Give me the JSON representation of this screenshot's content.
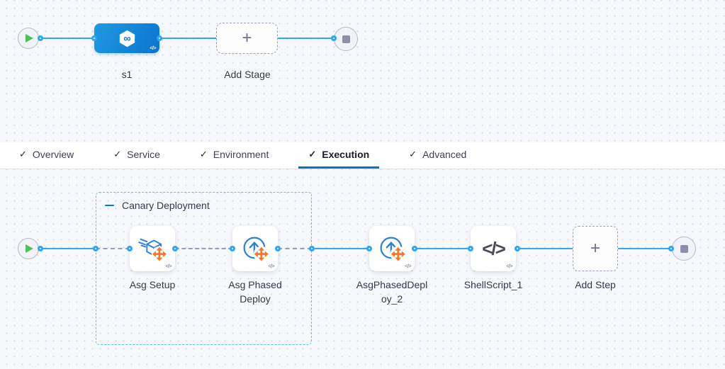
{
  "colors": {
    "accent_blue": "#0278d5",
    "connector_blue": "#2aa7f0",
    "group_border": "#55c6f2",
    "dashed_gray": "#9b9cb1",
    "stage_gradient_start": "#1f9ae2",
    "stage_gradient_end": "#0b74cf",
    "play_green": "#4cc05a",
    "stop_gray": "#8e8fa7",
    "icon_blue": "#2f80d9",
    "icon_orange": "#f6762c",
    "label_text": "#383946"
  },
  "icons": {
    "check": "✓",
    "plus": "+",
    "infinity": "∞",
    "code_chip": "</>",
    "shell_glyph": "</>"
  },
  "stage_pipeline": {
    "stage_label": "s1",
    "add_stage_label": "Add Stage"
  },
  "tabs": {
    "active": "Execution",
    "items": [
      {
        "label": "Overview",
        "checked": true
      },
      {
        "label": "Service",
        "checked": true
      },
      {
        "label": "Environment",
        "checked": true
      },
      {
        "label": "Execution",
        "checked": true
      },
      {
        "label": "Advanced",
        "checked": true
      }
    ]
  },
  "execution": {
    "group_label": "Canary Deployment",
    "steps": [
      {
        "label": "Asg Setup",
        "icon": "asg-setup-icon"
      },
      {
        "label": "Asg Phased Deploy",
        "icon": "asg-phased-deploy-icon"
      },
      {
        "label": "AsgPhasedDeploy_2",
        "icon": "asg-phased-deploy-icon"
      },
      {
        "label": "ShellScript_1",
        "icon": "shell-script-icon"
      }
    ],
    "add_step_label": "Add Step"
  }
}
